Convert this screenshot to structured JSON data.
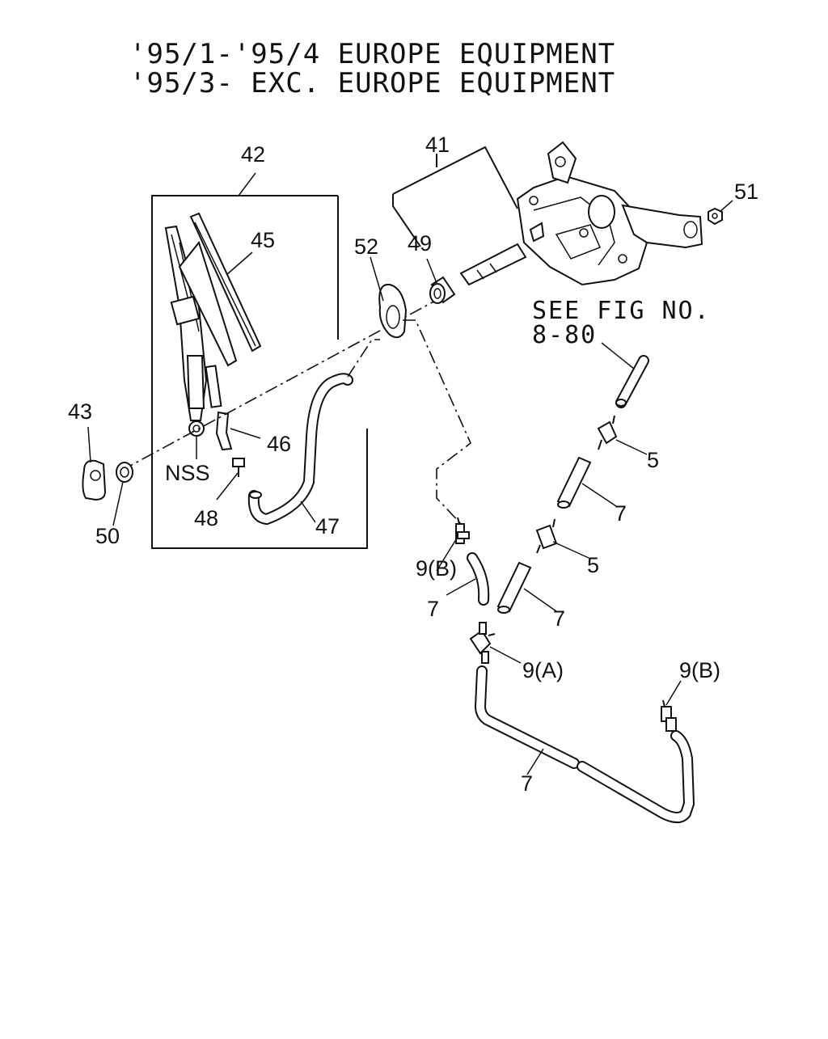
{
  "title": {
    "line1": "'95/1-'95/4 EUROPE EQUIPMENT",
    "line2": "'95/3- EXC. EUROPE EQUIPMENT"
  },
  "reference_note": {
    "line1": "SEE FIG NO.",
    "line2": "8-80"
  },
  "callouts": {
    "c41": "41",
    "c42": "42",
    "c43": "43",
    "c45": "45",
    "c46": "46",
    "c47": "47",
    "c48": "48",
    "c49": "49",
    "c50": "50",
    "c51": "51",
    "c52": "52",
    "nss": "NSS",
    "c5a": "5",
    "c5b": "5",
    "c7a": "7",
    "c7b": "7",
    "c7c": "7",
    "c7d": "7",
    "c9a": "9(A)",
    "c9b1": "9(B)",
    "c9b2": "9(B)"
  }
}
